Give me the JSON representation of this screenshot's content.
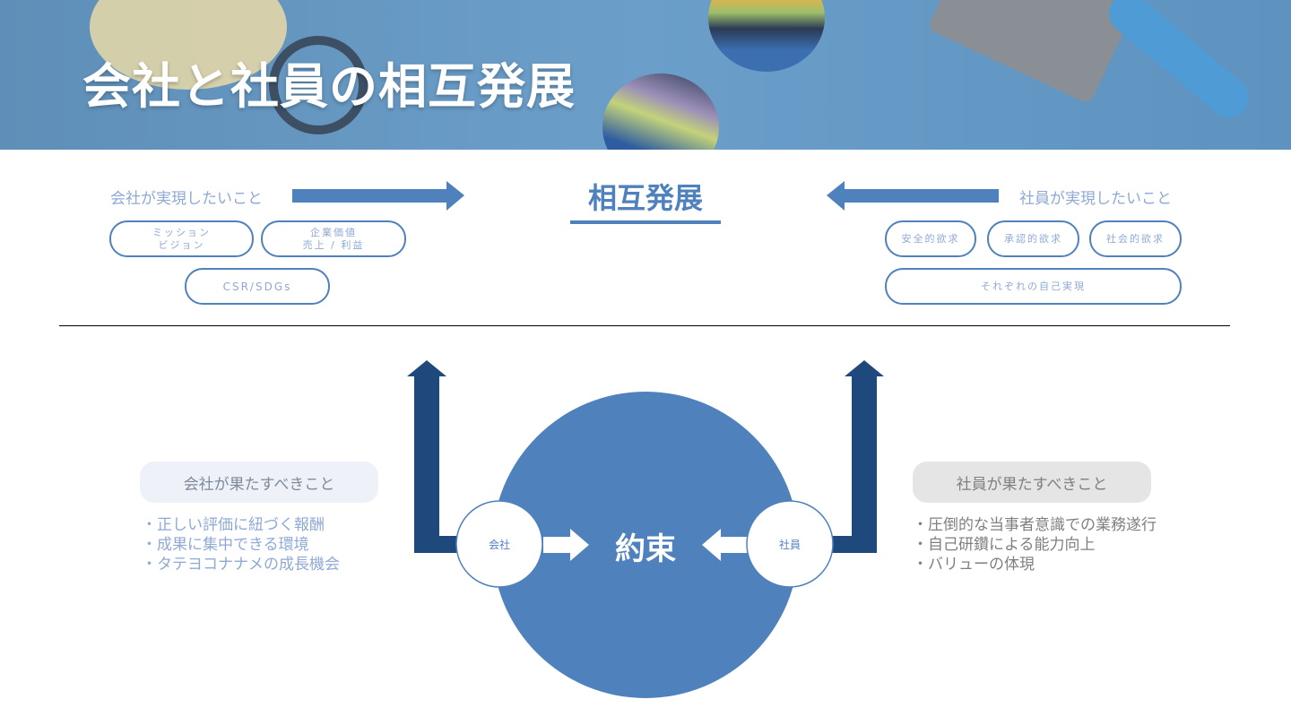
{
  "header": {
    "title": "会社と社員の相互発展"
  },
  "top": {
    "center_title": "相互発展",
    "company_wants": "会社が実現したいこと",
    "employee_wants": "社員が実現したいこと",
    "company_pills": [
      {
        "line1": "ミッション",
        "line2": "ビジョン"
      },
      {
        "line1": "企業価値",
        "line2": "売上 / 利益"
      },
      {
        "line1": "CSR/SDGs"
      }
    ],
    "employee_pills": [
      "安全的欲求",
      "承認的欲求",
      "社会的欲求",
      "それぞれの自己実現"
    ]
  },
  "bottom": {
    "promise": "約束",
    "company": "会社",
    "employee": "社員",
    "company_duties_title": "会社が果たすべきこと",
    "company_duties": [
      "正しい評価に紐づく報酬",
      "成果に集中できる環境",
      "タテヨコナナメの成長機会"
    ],
    "employee_duties_title": "社員が果たすべきこと",
    "employee_duties": [
      "圧倒的な当事者意識での業務遂行",
      "自己研鑽による能力向上",
      "バリューの体現"
    ]
  },
  "colors": {
    "accent": "#4f81bd",
    "navy": "#1f497d",
    "label": "#8fa9d4"
  }
}
